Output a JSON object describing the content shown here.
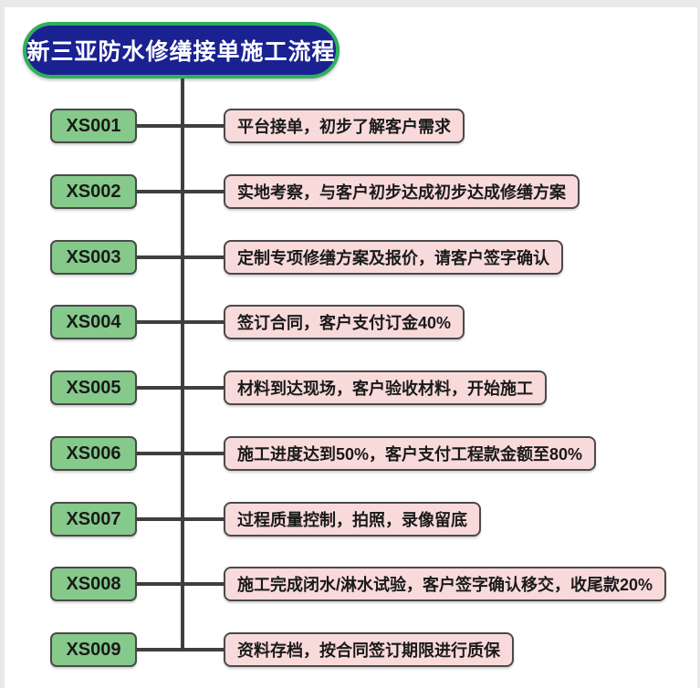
{
  "title": "新三亚防水修缮接单施工流程",
  "colors": {
    "title-bg": "#1a2191",
    "title-border": "#2fb05c",
    "code-bg": "#85c98b",
    "desc-bg": "#f9dadb",
    "box-border": "#4a4a4a",
    "line": "#3f3f3f",
    "edge": "#e9e9e9"
  },
  "steps": [
    {
      "code": "XS001",
      "label": "平台接单，初步了解客户需求"
    },
    {
      "code": "XS002",
      "label": "实地考察，与客户初步达成初步达成修缮方案"
    },
    {
      "code": "XS003",
      "label": "定制专项修缮方案及报价，请客户签字确认"
    },
    {
      "code": "XS004",
      "label": "签订合同，客户支付订金40%"
    },
    {
      "code": "XS005",
      "label": "材料到达现场，客户验收材料，开始施工"
    },
    {
      "code": "XS006",
      "label": "施工进度达到50%，客户支付工程款金额至80%"
    },
    {
      "code": "XS007",
      "label": "过程质量控制，拍照，录像留底"
    },
    {
      "code": "XS008",
      "label": "施工完成闭水/淋水试验，客户签字确认移交，收尾款20%"
    },
    {
      "code": "XS009",
      "label": "资料存档，按合同签订期限进行质保"
    }
  ]
}
